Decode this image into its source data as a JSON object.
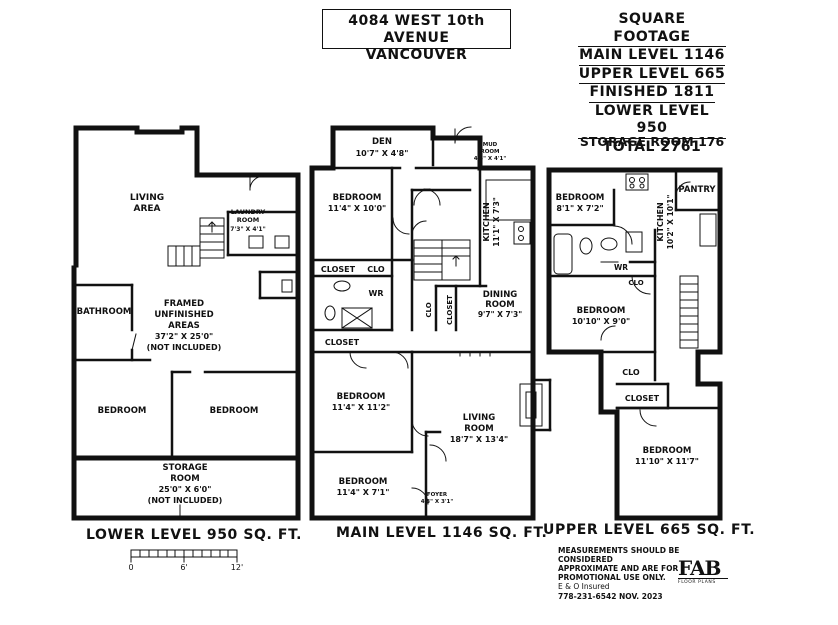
{
  "header": {
    "address_line1": "4084 WEST 10th AVENUE",
    "address_line2": "VANCOUVER"
  },
  "square_footage": {
    "title": "SQUARE FOOTAGE",
    "main": "MAIN LEVEL 1146",
    "upper": "UPPER LEVEL 665",
    "finished": "FINISHED 1811",
    "lower": "LOWER LEVEL 950",
    "total": "TOTAL 2761"
  },
  "lower_level": {
    "caption": "LOWER LEVEL 950 SQ. FT.",
    "living_area_1": "LIVING",
    "living_area_2": "AREA",
    "laundry_1": "LAUNDRY",
    "laundry_2": "ROOM",
    "laundry_dim": "7'3\" X 4'1\"",
    "bathroom": "BATHROOM",
    "framed_1": "FRAMED",
    "framed_2": "UNFINISHED",
    "framed_3": "AREAS",
    "framed_dim": "37'2\" X 25'0\"",
    "framed_note": "(NOT INCLUDED)",
    "bedroom_left": "BEDROOM",
    "bedroom_right": "BEDROOM",
    "storage_1": "STORAGE",
    "storage_2": "ROOM",
    "storage_dim": "25'0\" X 6'0\"",
    "storage_note": "(NOT INCLUDED)"
  },
  "main_level": {
    "caption": "MAIN LEVEL 1146 SQ. FT.",
    "den": "DEN",
    "den_dim": "10'7\" X 4'8\"",
    "mud_1": "MUD",
    "mud_2": "ROOM",
    "mud_dim": "4'8\" X 4'1\"",
    "bedroom1": "BEDROOM",
    "bedroom1_dim": "11'4\" X 10'0\"",
    "kitchen": "KITCHEN",
    "kitchen_dim": "11'1\" X 7'3\"",
    "closet1": "CLOSET",
    "clo1": "CLO",
    "wr": "WR",
    "clo2": "CLO",
    "closet_v": "CLOSET",
    "dining_1": "DINING",
    "dining_2": "ROOM",
    "dining_dim": "9'7\" X 7'3\"",
    "closet2": "CLOSET",
    "bedroom2": "BEDROOM",
    "bedroom2_dim": "11'4\" X 11'2\"",
    "living_1": "LIVING",
    "living_2": "ROOM",
    "living_dim": "18'7\" X 13'4\"",
    "bedroom3": "BEDROOM",
    "bedroom3_dim": "11'4\" X 7'1\"",
    "foyer": "FOYER",
    "foyer_dim": "4'3\" X 3'1\""
  },
  "upper_level": {
    "caption": "UPPER LEVEL 665 SQ. FT.",
    "storage_label": "STORAGE ROOM 176",
    "bedroom1": "BEDROOM",
    "bedroom1_dim": "8'1\" X 7'2\"",
    "kitchen": "KITCHEN",
    "kitchen_dim": "10'2\" X 10'1\"",
    "pantry": "PANTRY",
    "wr": "WR",
    "clo_top": "CLO",
    "bedroom2": "BEDROOM",
    "bedroom2_dim": "10'10\" X 9'0\"",
    "clo": "CLO",
    "closet": "CLOSET",
    "bedroom3": "BEDROOM",
    "bedroom3_dim": "11'10\" X 11'7\""
  },
  "scale": {
    "t0": "0",
    "t1": "6'",
    "t2": "12'"
  },
  "footer": {
    "note1": "MEASUREMENTS SHOULD BE CONSIDERED",
    "note2": "APPROXIMATE AND ARE FOR",
    "note3": "PROMOTIONAL USE ONLY.",
    "note4": "E & O Insured",
    "contact": "778-231-6542  NOV. 2023",
    "logo": "FAB",
    "logo_sub": "FLOOR PLANS"
  }
}
